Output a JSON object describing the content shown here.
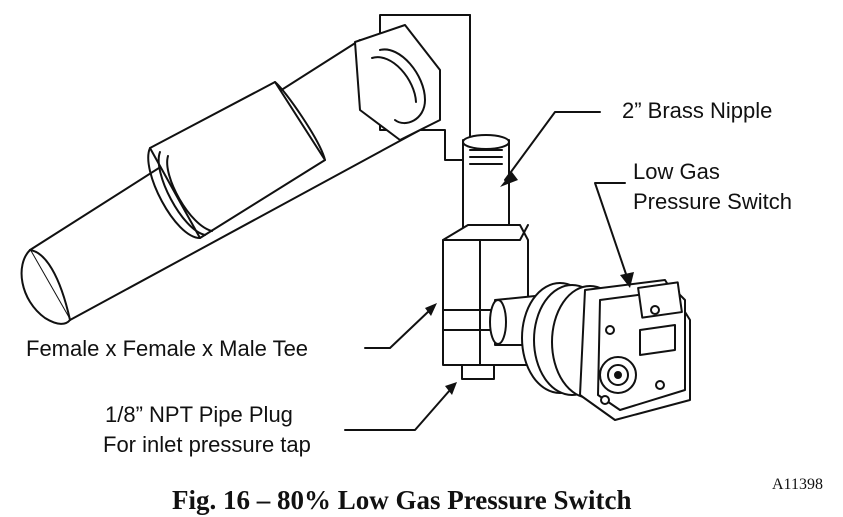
{
  "labels": {
    "brass_nipple": "2” Brass Nipple",
    "switch_line1": "Low Gas",
    "switch_line2": "Pressure Switch",
    "tee": "Female x Female x Male Tee",
    "plug_line1": "1/8” NPT Pipe Plug",
    "plug_line2": "For inlet pressure tap"
  },
  "figure_code": "A11398",
  "caption": "Fig. 16 – 80% Low Gas Pressure Switch"
}
